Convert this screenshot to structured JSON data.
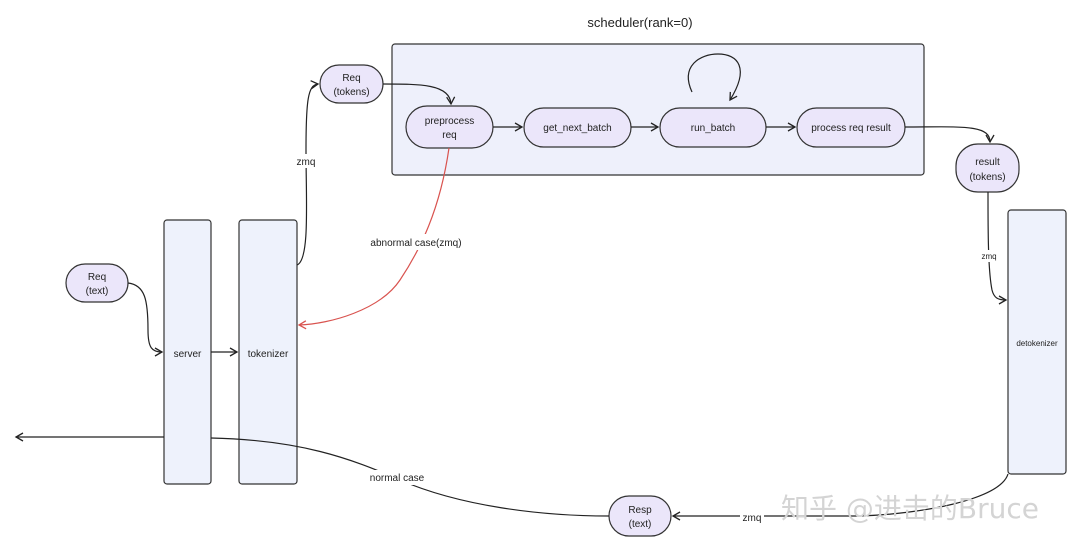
{
  "title": "scheduler(rank=0)",
  "nodes": {
    "req_text": [
      "Req",
      "(text)"
    ],
    "req_tokens": [
      "Req",
      "(tokens)"
    ],
    "result_tokens": [
      "result",
      "(tokens)"
    ],
    "resp_text": [
      "Resp",
      "(text)"
    ],
    "preprocess": [
      "preprocess",
      "req"
    ],
    "get_next_batch": "get_next_batch",
    "run_batch": "run_batch",
    "process_result": "process req result",
    "server": "server",
    "tokenizer": "tokenizer",
    "detokenizer": "detokenizer"
  },
  "edges": {
    "zmq_tokenizer_scheduler": "zmq",
    "abnormal_case": "abnormal case(zmq)",
    "zmq_result_detokenizer": "zmq",
    "zmq_detokenizer_resp": "zmq",
    "normal_case": "normal case"
  },
  "watermark": "知乎 @进击的Bruce",
  "colors": {
    "node_fill": "#ebe6fa",
    "node_stroke": "#333333",
    "scheduler_fill": "#eef0fb",
    "column_fill": "#eef2fc",
    "abnormal_edge": "#d9534f",
    "edge": "#222222"
  }
}
